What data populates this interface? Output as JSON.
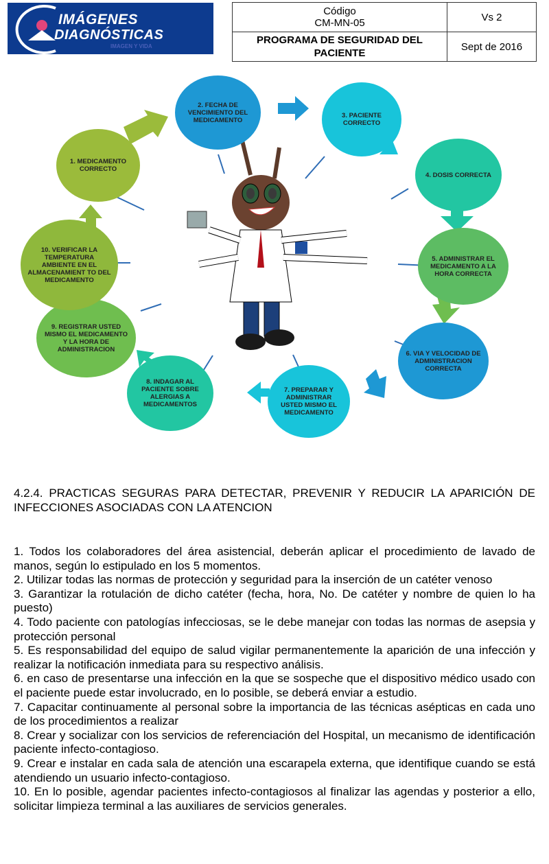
{
  "header": {
    "logo": {
      "line1": "IMÁGENES",
      "line2": "DIAGNÓSTICAS",
      "tagline": "IMAGEN Y VIDA"
    },
    "code_label": "Código",
    "code": "CM-MN-05",
    "version": "Vs 2",
    "program_title": "PROGRAMA DE SEGURIDAD DEL PACIENTE",
    "date": "Sept de 2016"
  },
  "diagram": {
    "steps": [
      {
        "label": "1. MEDICAMENTO CORRECTO",
        "color": "#9bbb3b"
      },
      {
        "label": "2. FECHA DE VENCIMIENTO DEL MEDICAMENTO",
        "color": "#1e98d4"
      },
      {
        "label": "3. PACIENTE CORRECTO",
        "color": "#18c4da"
      },
      {
        "label": "4. DOSIS CORRECTA",
        "color": "#22c6a2"
      },
      {
        "label": "5. ADMINISTRAR EL MEDICAMENTO A LA HORA CORRECTA",
        "color": "#5dbc63"
      },
      {
        "label": "6. VIA Y VELOCIDAD DE ADMINISTRACION CORRECTA",
        "color": "#1e98d4"
      },
      {
        "label": "7. PREPARAR Y ADMINISTRAR USTED MISMO EL MEDICAMENTO",
        "color": "#18c4da"
      },
      {
        "label": "8. INDAGAR AL PACIENTE SOBRE ALERGIAS A MEDICAMENTOS",
        "color": "#22c6a2"
      },
      {
        "label": "9. REGISTRAR USTED MISMO EL MEDICAMENTO Y LA HORA DE ADMINISTRACION",
        "color": "#6fbe4f"
      },
      {
        "label": "10. VERIFICAR LA TEMPERATURA AMBIENTE EN EL ALMACENAMIENT TO DEL MEDICAMENTO",
        "color": "#8fb83c"
      }
    ]
  },
  "section": {
    "heading": "4.2.4. PRACTICAS SEGURAS PARA DETECTAR, PREVENIR Y REDUCIR LA APARICIÓN DE INFECCIONES ASOCIADAS CON LA ATENCION",
    "items": [
      "1. Todos los colaboradores del área asistencial, deberán aplicar el procedimiento de lavado de manos, según lo estipulado en los 5 momentos.",
      "2. Utilizar todas las normas de protección y seguridad para la inserción de un catéter venoso",
      "3. Garantizar la rotulación de dicho catéter (fecha, hora, No. De catéter y nombre de quien lo ha puesto)",
      "4. Todo paciente con patologías infecciosas, se le debe manejar con todas las normas de asepsia y protección personal",
      "5. Es responsabilidad del equipo de salud vigilar permanentemente la aparición de una infección y realizar la notificación inmediata para su respectivo análisis.",
      "6. en caso de presentarse una infección en la que se sospeche que el dispositivo médico usado con el paciente   puede estar involucrado, en lo posible, se deberá enviar a estudio.",
      "7. Capacitar continuamente al personal sobre la importancia de las técnicas asépticas en cada uno de los procedimientos a realizar",
      "8.  Crear  y socializar con los servicios de referenciación del Hospital, un mecanismo de identificación paciente infecto-contagioso.",
      "9.  Crear e instalar en cada sala de atención una escarapela externa, que identifique cuando se está atendiendo un usuario infecto-contagioso.",
      "10.  En lo posible, agendar pacientes infecto-contagiosos al finalizar las agendas y posterior a ello, solicitar limpieza terminal a las auxiliares de servicios generales."
    ]
  }
}
